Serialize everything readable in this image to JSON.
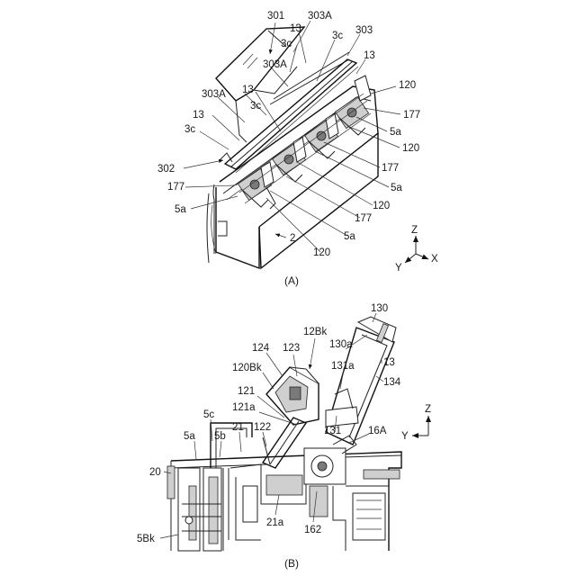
{
  "panel_a": {
    "caption": "(A)",
    "labels": {
      "l301": "301",
      "l303A_1": "303A",
      "l13_1": "13",
      "l3c_1": "3c",
      "l3c_2": "3c",
      "l303": "303",
      "l303A_2": "303A",
      "l13_2": "13",
      "l120_1": "120",
      "l303A_3": "303A",
      "l13_3": "13",
      "l177_1": "177",
      "l3c_3": "3c",
      "l3c_4": "3c",
      "l5a_1": "5a",
      "l120_2": "120",
      "l177_2": "177",
      "l302": "302",
      "l5a_2": "5a",
      "l177_3": "177",
      "l120_3": "120",
      "l5a_3": "5a",
      "l177_4": "177",
      "l5a_4": "5a",
      "l2": "2",
      "l120_4": "120"
    },
    "axes": {
      "z": "Z",
      "y": "Y",
      "x": "X"
    }
  },
  "panel_b": {
    "caption": "(B)",
    "labels": {
      "l130": "130",
      "l12Bk": "12Bk",
      "l124": "124",
      "l123": "123",
      "l130a": "130a",
      "l120Bk": "120Bk",
      "l13": "13",
      "l131a": "131a",
      "l134": "134",
      "l121": "121",
      "l121a": "121a",
      "l5c": "5c",
      "l131": "131",
      "l16A": "16A",
      "l5a": "5a",
      "l21": "21",
      "l122": "122",
      "l5b": "5b",
      "l20": "20",
      "l21a": "21a",
      "l162": "162",
      "l5Bk": "5Bk"
    },
    "axes": {
      "z": "Z",
      "y": "Y"
    }
  }
}
